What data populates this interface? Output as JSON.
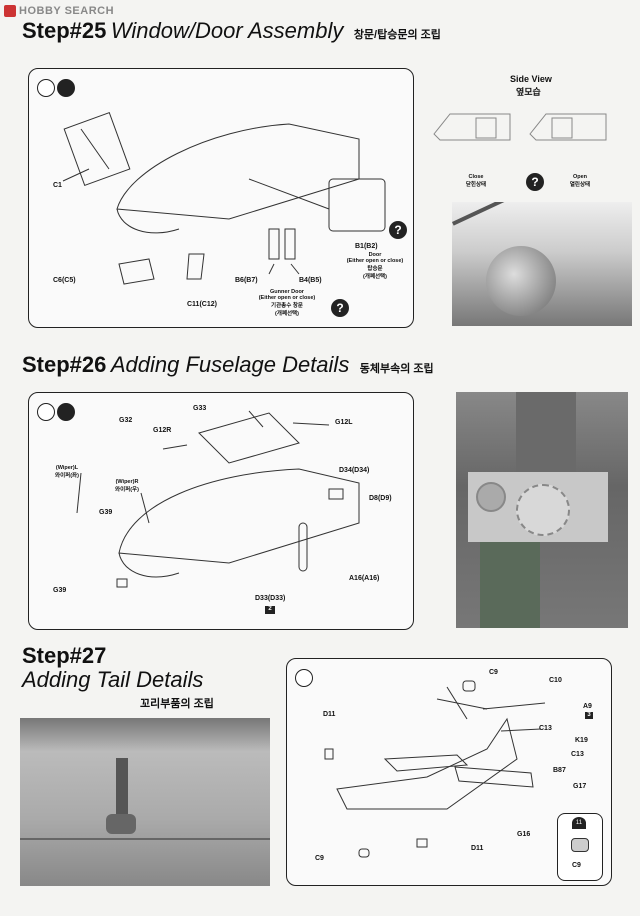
{
  "header": {
    "logo_icon": "hobbysearch-logo",
    "logo_text": "HOBBY SEARCH"
  },
  "step25": {
    "number": "Step#25",
    "title": "Window/Door Assembly",
    "korean": "창문/탑승문의 조립",
    "side_view_title": "Side View",
    "side_view_korean": "옆모습",
    "close_label": "Close",
    "close_korean": "닫힌상태",
    "open_label": "Open",
    "open_korean": "열린상태",
    "parts": {
      "c1": "C1",
      "c6": "C6(C5)",
      "c11": "C11(C12)",
      "b6": "B6(B7)",
      "b4": "B4(B5)",
      "b1": "B1(B2)",
      "door_note": "Door",
      "door_note2": "(Either open or close)",
      "door_korean": "탑승문",
      "door_korean2": "(개폐선택)",
      "gunner_note": "Gunner Door",
      "gunner_note2": "(Either open or close)",
      "gunner_korean": "기관총수 창문",
      "gunner_korean2": "(개폐선택)"
    }
  },
  "step26": {
    "number": "Step#26",
    "title": "Adding Fuselage Details",
    "korean": "동체부속의 조립",
    "parts": {
      "g33": "G33",
      "g32": "G32",
      "g12r": "G12R",
      "g12l": "G12L",
      "wiper_l": "(Wiper)L",
      "wiper_l_kor": "와이퍼(좌)",
      "wiper_r": "(Wiper)R",
      "wiper_r_kor": "와이퍼(우)",
      "g39a": "G39",
      "g39b": "G39",
      "d34": "D34(D34)",
      "d8": "D8(D9)",
      "a16": "A16(A16)",
      "d33": "D33(D33)",
      "d33_badge": "2"
    }
  },
  "step27": {
    "number": "Step#27",
    "title": "Adding Tail  Details",
    "korean": "꼬리부품의 조립",
    "parts": {
      "c9_top": "C9",
      "c10": "C10",
      "a9": "A9",
      "a9_badge": "3",
      "d11_top": "D11",
      "c13a": "C13",
      "k19": "K19",
      "c13b": "C13",
      "b87": "B87",
      "g17": "G17",
      "g16": "G16",
      "d11_bottom": "D11",
      "c9_bottom": "C9",
      "c9_box_badge": "11",
      "c9_box": "C9"
    }
  }
}
